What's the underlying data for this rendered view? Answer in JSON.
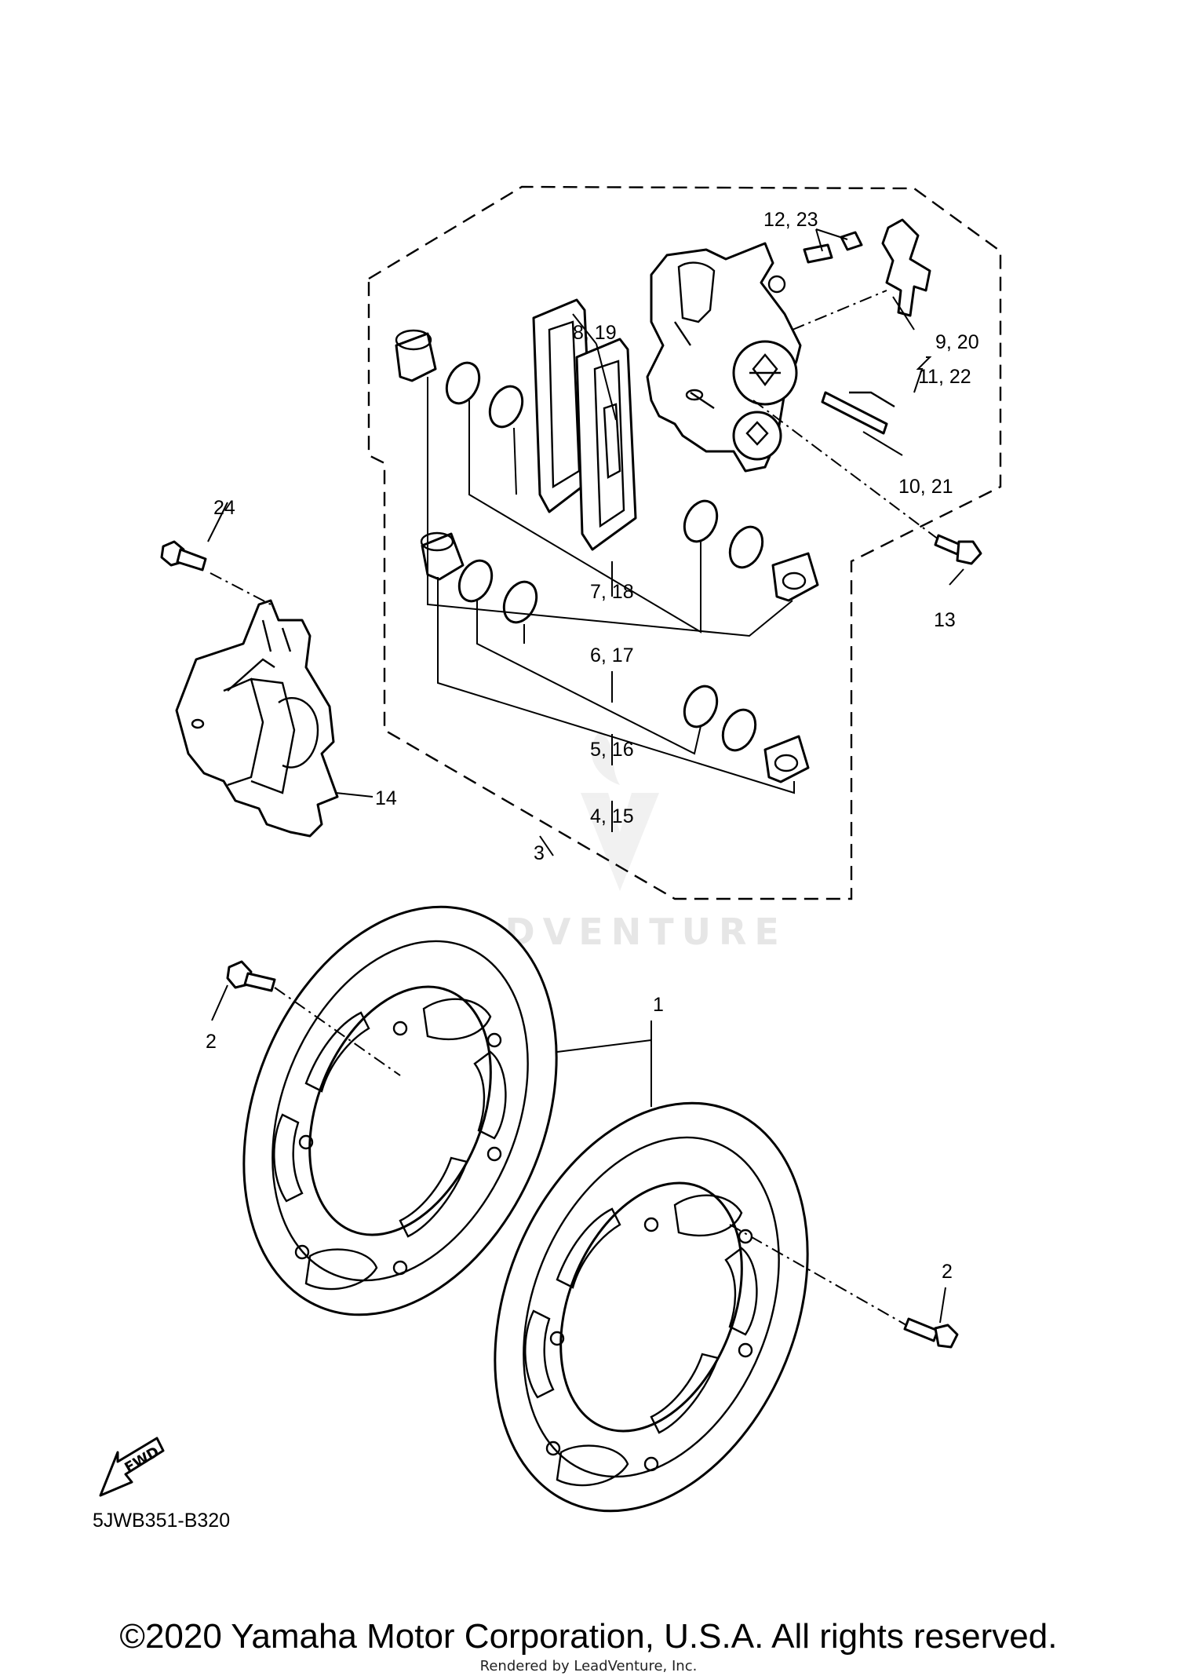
{
  "diagram": {
    "figure_code": "5JWB351-B320",
    "fwd_label": "FWD",
    "watermark": "LEADVENTURE",
    "callouts": [
      "1",
      "2",
      "2",
      "3",
      "4, 15",
      "5, 16",
      "6, 17",
      "7, 18",
      "8, 19",
      "9, 20",
      "10, 21",
      "11, 22",
      "12, 23",
      "13",
      "14",
      "24"
    ]
  },
  "footer": {
    "copyright": "©2020 Yamaha Motor Corporation, U.S.A. All rights reserved.",
    "rendered_by": "Rendered by LeadVenture, Inc."
  }
}
